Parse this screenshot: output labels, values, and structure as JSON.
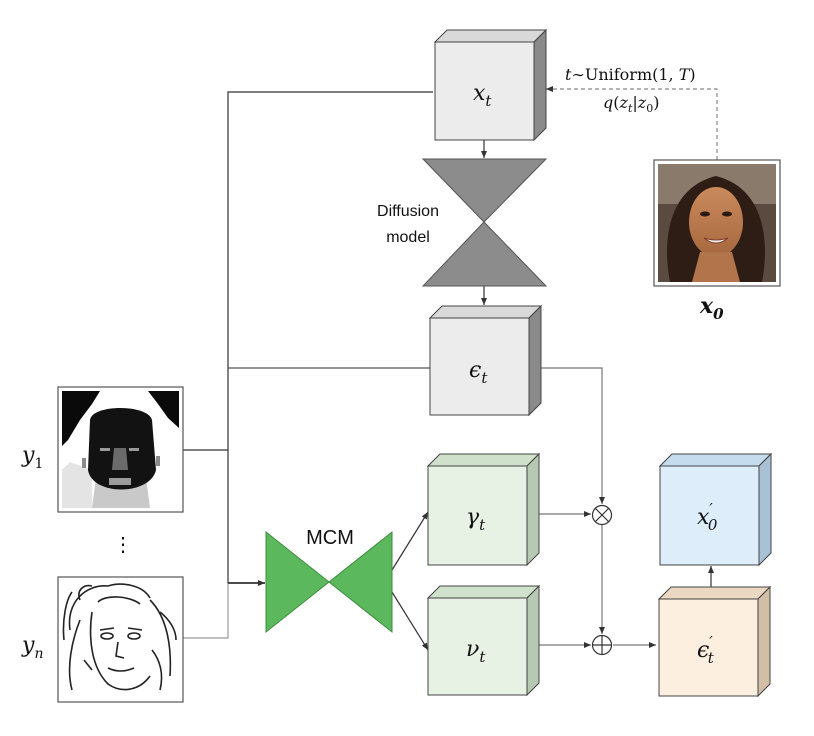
{
  "nodes": {
    "xt": {
      "sym": "x",
      "sub": "t"
    },
    "eps": {
      "sym": "ϵ",
      "sub": "t"
    },
    "gamma": {
      "sym": "γ",
      "sub": "t"
    },
    "nu": {
      "sym": "ν",
      "sub": "t"
    },
    "x0prime": {
      "sym": "x",
      "sub": "0",
      "sup": "′"
    },
    "epsprime": {
      "sym": "ϵ",
      "sub": "t",
      "sup": "′"
    }
  },
  "diffusion": {
    "line1": "Diffusion",
    "line2": "model"
  },
  "mcm": {
    "label": "MCM"
  },
  "sampling": {
    "line1_t": "t",
    "line1_mid": "∼Uniform(1, ",
    "line1_T": "T",
    "line1_end": ")",
    "line2_q": "q",
    "line2_open": "(",
    "line2_z": "z",
    "line2_t": "t",
    "line2_bar": "|",
    "line2_z0": "z",
    "line2_0": "0",
    "line2_close": ")"
  },
  "x0": {
    "sym": "x",
    "sub": "0"
  },
  "inputs": {
    "y1": {
      "sym": "y",
      "sub": "1"
    },
    "dots": "⋮",
    "yn": {
      "sym": "y",
      "sub": "n"
    }
  },
  "operators": {
    "multiply": "⊗",
    "add": "⊕"
  },
  "colors": {
    "gray_face": "#ececec",
    "green_face": "#e7f2e4",
    "blue_face": "#ddeefa",
    "orange_face": "#fcefe0",
    "diffusion_fill": "#8c8c8c",
    "mcm_fill": "#5cb85c"
  },
  "icons": {
    "portrait": "face-photo-icon",
    "segmentation": "segmentation-mask-icon",
    "sketch": "sketch-lines-icon"
  }
}
